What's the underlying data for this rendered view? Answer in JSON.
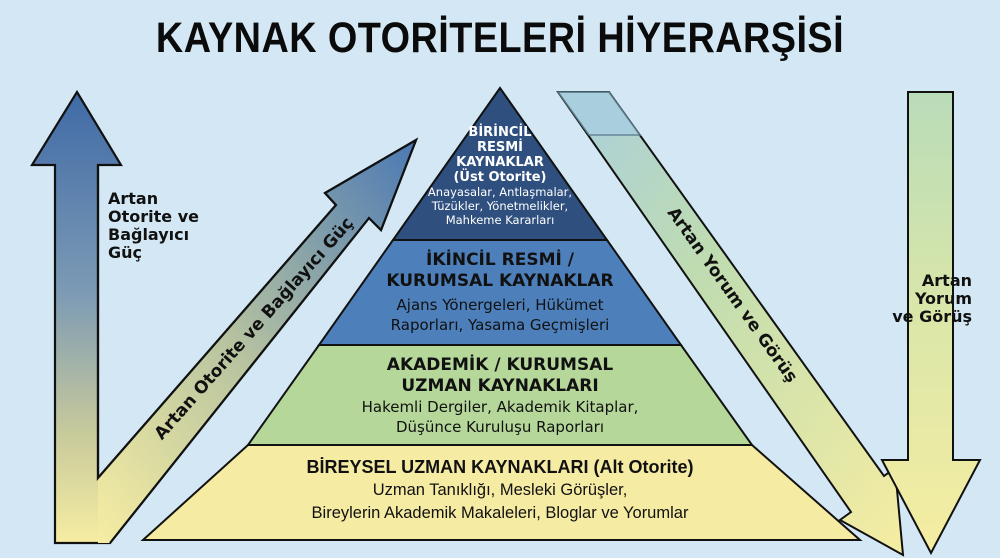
{
  "title": "KAYNAK OTORİTELERİ HİYERARŞİSİ",
  "colors": {
    "background": "#d3e8f4",
    "tier1": "#2f4f7f",
    "tier2": "#4d7fba",
    "tier3": "#b5d79a",
    "tier4": "#f6eba3",
    "outline": "#111111"
  },
  "arrows": {
    "left_vertical": {
      "direction": "up",
      "label_lines": [
        "Artan",
        "Otorite ve",
        "Bağlayıcı",
        "Güç"
      ]
    },
    "left_diagonal": {
      "direction": "up-right",
      "label": "Artan Otorite ve Bağlayıcı Güç"
    },
    "right_diagonal": {
      "direction": "down-right",
      "label": "Artan Yorum ve Görüş"
    },
    "right_vertical": {
      "direction": "down",
      "label_lines": [
        "Artan",
        "Yorum",
        "ve Görüş"
      ]
    }
  },
  "pyramid": {
    "tiers": [
      {
        "heading_lines": [
          "BİRİNCİL",
          "RESMİ",
          "KAYNAKLAR",
          "(Üst Otorite)"
        ],
        "detail_lines": [
          "Anayasalar, Antlaşmalar,",
          "Tüzükler, Yönetmelikler,",
          "Mahkeme Kararları"
        ]
      },
      {
        "heading_lines": [
          "İKİNCİL RESMİ /",
          "KURUMSAL KAYNAKLAR"
        ],
        "detail_lines": [
          "Ajans Yönergeleri, Hükümet",
          "Raporları, Yasama Geçmişleri"
        ]
      },
      {
        "heading_lines": [
          "AKADEMİK / KURUMSAL",
          "UZMAN KAYNAKLARI"
        ],
        "detail_lines": [
          "Hakemli Dergiler, Akademik Kitaplar,",
          "Düşünce Kuruluşu Raporları"
        ]
      },
      {
        "heading_lines": [
          "BİREYSEL UZMAN KAYNAKLARI (Alt Otorite)"
        ],
        "detail_lines": [
          "Uzman Tanıklığı, Mesleki Görüşler,",
          "Bireylerin Akademik Makaleleri, Bloglar ve Yorumlar"
        ]
      }
    ]
  }
}
